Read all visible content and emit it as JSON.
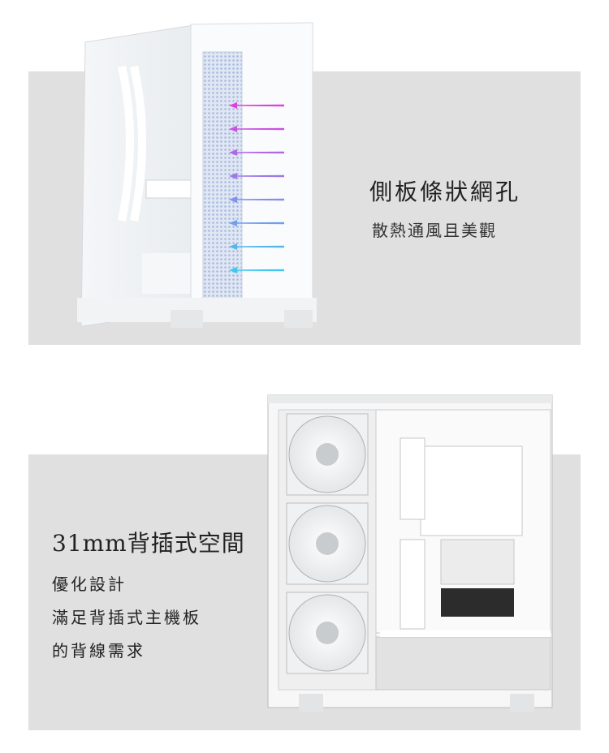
{
  "section1": {
    "heading": "側板條狀網孔",
    "subheading": "散熱通風且美觀"
  },
  "section2": {
    "heading": "31mm背插式空間",
    "lines": [
      "優化設計",
      "滿足背插式主機板",
      "的背線需求"
    ]
  },
  "colors": {
    "band": "#e0e0e0",
    "arrow_top": "#e040e0",
    "arrow_bottom": "#40c8f0"
  }
}
